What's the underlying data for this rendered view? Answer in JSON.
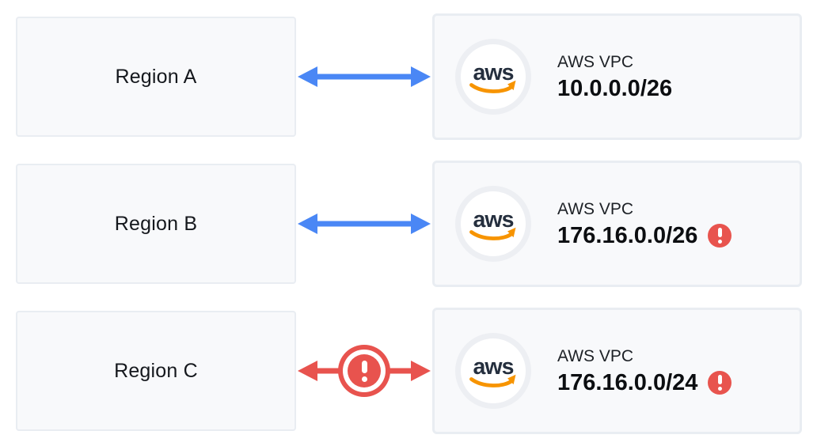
{
  "diagram": {
    "rows": [
      {
        "region": {
          "label": "Region A"
        },
        "connection": {
          "status": "ok",
          "icon": "double-arrow"
        },
        "vpc": {
          "label": "AWS VPC",
          "cidr": "10.0.0.0/26",
          "warning": false
        }
      },
      {
        "region": {
          "label": "Region B"
        },
        "connection": {
          "status": "ok",
          "icon": "double-arrow"
        },
        "vpc": {
          "label": "AWS VPC",
          "cidr": "176.16.0.0/26",
          "warning": true
        }
      },
      {
        "region": {
          "label": "Region C"
        },
        "connection": {
          "status": "conflict",
          "icon": "double-arrow-warning"
        },
        "vpc": {
          "label": "AWS VPC",
          "cidr": "176.16.0.0/24",
          "warning": true
        }
      }
    ],
    "aws_logo_text": "aws",
    "icons": {
      "aws_logo": "aws-smile-logo",
      "warning": "exclamation-circle",
      "link_ok": "double-headed-arrow",
      "link_conflict": "double-headed-arrow-with-warning"
    },
    "colors": {
      "link_ok": "#4a87f5",
      "link_conflict": "#e8534e",
      "warning_badge": "#e8544e",
      "aws_navy": "#252f3e",
      "aws_orange": "#f79400",
      "node_fill": "#f8f9fb",
      "node_border": "#e9edf2"
    }
  }
}
